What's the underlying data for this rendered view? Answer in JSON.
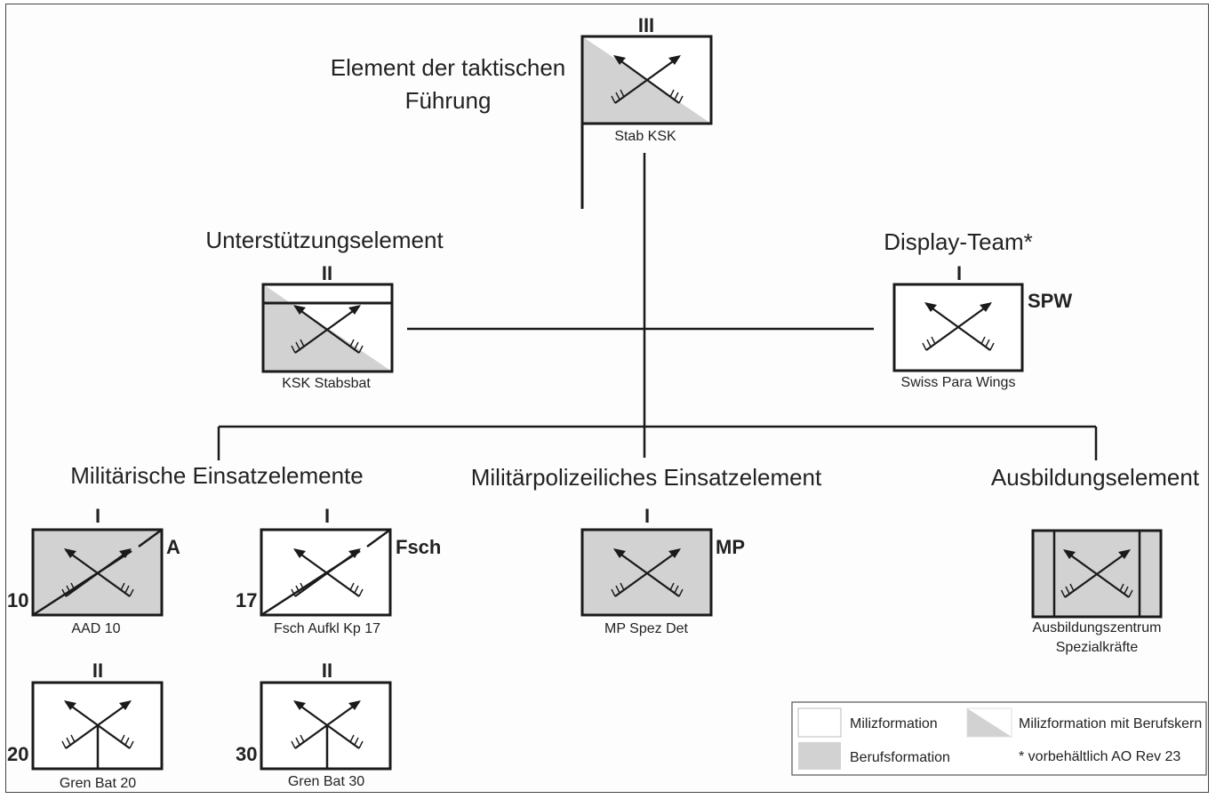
{
  "colors": {
    "professional_fill": "#d2d2d2",
    "militia_fill": "#ffffff",
    "line": "#1a1a1a"
  },
  "top": {
    "title_line1": "Element der taktischen",
    "title_line2": "Führung",
    "echelon": "III",
    "unit": "Stab KSK"
  },
  "support": {
    "title": "Unterstützungselement",
    "echelon": "II",
    "unit": "KSK Stabsbat"
  },
  "display": {
    "title": "Display-Team*",
    "echelon": "I",
    "tag": "SPW",
    "unit": "Swiss Para Wings"
  },
  "military": {
    "title": "Militärische Einsatzelemente",
    "units": [
      {
        "echelon": "I",
        "tag": "A",
        "number": "10",
        "name": "AAD 10"
      },
      {
        "echelon": "I",
        "tag": "Fsch",
        "number": "17",
        "name": "Fsch Aufkl Kp 17"
      },
      {
        "echelon": "II",
        "number": "20",
        "name": "Gren Bat 20"
      },
      {
        "echelon": "II",
        "number": "30",
        "name": "Gren Bat 30"
      }
    ]
  },
  "police": {
    "title": "Militärpolizeiliches Einsatzelement",
    "echelon": "I",
    "tag": "MP",
    "unit": "MP Spez Det"
  },
  "training": {
    "title": "Ausbildungselement",
    "unit_line1": "Ausbildungszentrum",
    "unit_line2": "Spezialkräfte"
  },
  "legend": {
    "militia": "Milizformation",
    "militia_core": "Milizformation mit Berufskern",
    "professional": "Berufsformation",
    "note": "* vorbehältlich AO Rev 23"
  }
}
